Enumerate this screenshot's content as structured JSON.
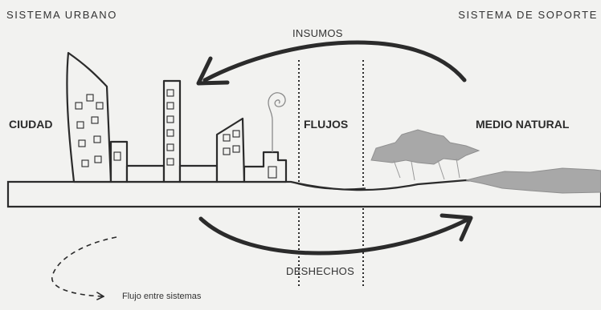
{
  "header": {
    "left_system": "SISTEMA URBANO",
    "right_system": "SISTEMA DE SOPORTE"
  },
  "flows": {
    "top": "INSUMOS",
    "bottom": "DESHECHOS"
  },
  "zones": {
    "left": "CIUDAD",
    "middle": "FLUJOS",
    "right": "MEDIO NATURAL"
  },
  "legend": {
    "text": "Flujo entre sistemas"
  },
  "colors": {
    "background": "#f2f2f0",
    "line": "#2b2b2b",
    "vegetation": "#a8a8a8"
  }
}
